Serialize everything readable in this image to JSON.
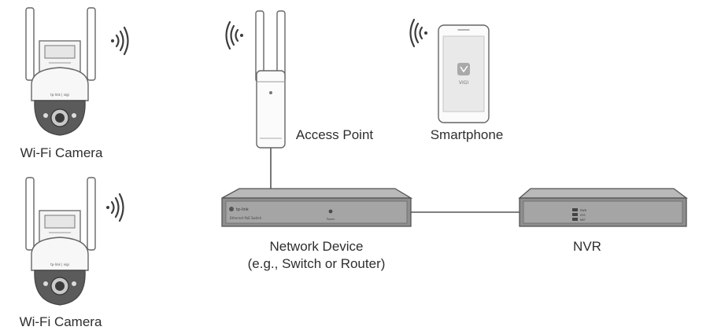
{
  "labels": {
    "camera_top": "Wi-Fi Camera",
    "camera_bottom": "Wi-Fi Camera",
    "access_point": "Access Point",
    "smartphone": "Smartphone",
    "network_device_line1": "Network Device",
    "network_device_line2": "(e.g., Switch or Router)",
    "nvr": "NVR"
  },
  "device_text": {
    "camera_brand": "tp-link | vigi",
    "phone_app": "VIGI",
    "switch_brand": "tp-link",
    "switch_model": "Ethernet PoE Switch",
    "switch_led": "Power",
    "nvr_led_1": "PWR",
    "nvr_led_2": "SYS",
    "nvr_led_3": "NET"
  },
  "colors": {
    "line": "#555555",
    "device_gray": "#9a9a9a",
    "device_dark": "#4a4a4a",
    "signal": "#3c3c3c"
  }
}
